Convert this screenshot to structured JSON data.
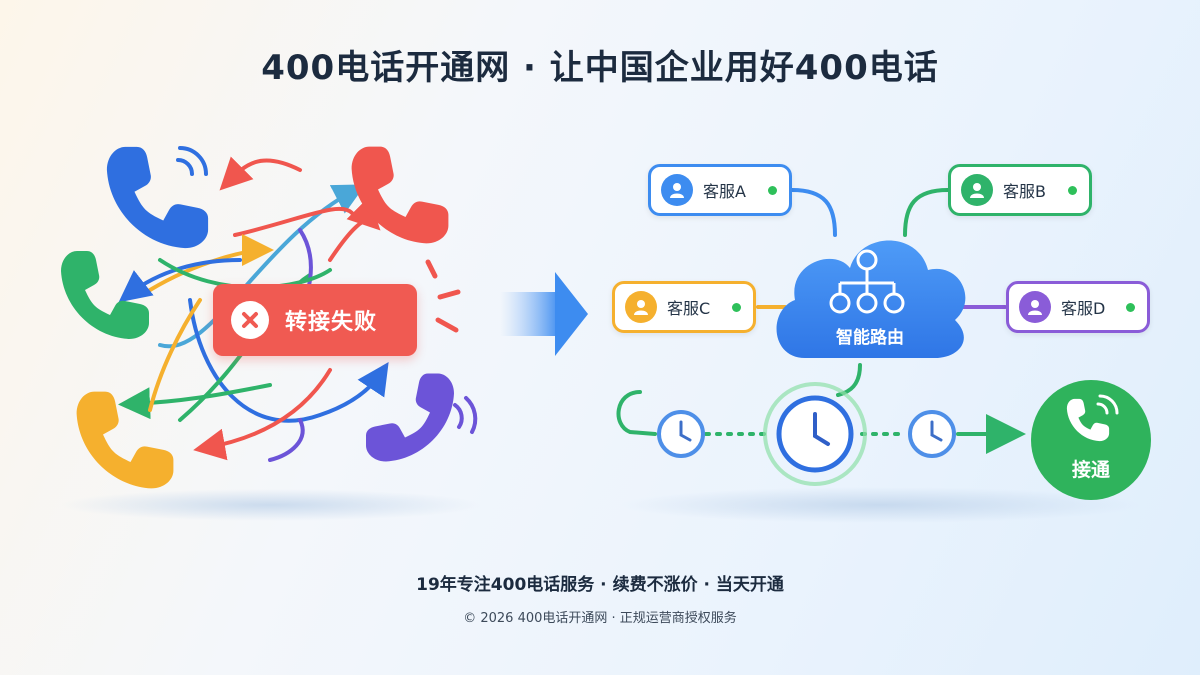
{
  "header": {
    "title": "400电话开通网 · 让中国企业用好400电话"
  },
  "left_panel": {
    "status_label": "转接失败",
    "phones": [
      {
        "icon": "phone-handset-icon",
        "color": "#2f6fe0"
      },
      {
        "icon": "phone-handset-icon",
        "color": "#f0564e"
      },
      {
        "icon": "phone-handset-icon",
        "color": "#2fb36a"
      },
      {
        "icon": "phone-handset-icon",
        "color": "#f5b02e"
      },
      {
        "icon": "phone-handset-icon",
        "color": "#6c54d8"
      }
    ]
  },
  "right_panel": {
    "router_label": "智能路由",
    "connected_label": "接通",
    "agents": [
      {
        "label": "客服A",
        "color": "#2f6fe0",
        "status_color": "#2ec05a"
      },
      {
        "label": "客服B",
        "color": "#2fb36a",
        "status_color": "#2ec05a"
      },
      {
        "label": "客服C",
        "color": "#f5b02e",
        "status_color": "#2ec05a"
      },
      {
        "label": "客服D",
        "color": "#8a5cd8",
        "status_color": "#2ec05a"
      }
    ]
  },
  "footer": {
    "tagline": "19年专注400电话服务 · 续费不涨价 · 当天开通",
    "copyright": "© 2026 400电话开通网 · 正规运营商授权服务"
  },
  "colors": {
    "title": "#1c2b3f",
    "fail_red": "#f05a52",
    "router_blue": "#2f7ef0",
    "connected_green": "#2fb35c"
  }
}
